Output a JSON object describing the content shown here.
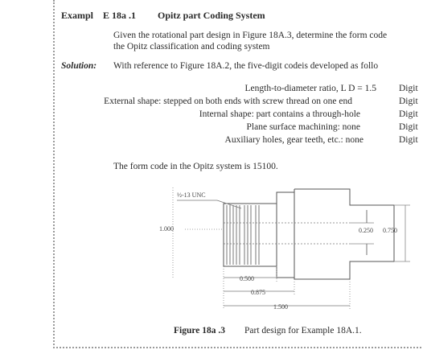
{
  "example": {
    "label": "Exampl",
    "number": "E 18a .1",
    "title": "Opitz part Coding System"
  },
  "problem": {
    "line1": "Given the rotational part design in Figure 18A.3, determine the form code",
    "line2": "the Opitz classification and coding system"
  },
  "solution": {
    "label": "Solution:",
    "text": "With reference to Figure 18A.2, the five-digit codeis developed as follo"
  },
  "digits": [
    {
      "desc": "Length-to-diameter ratio,   L   D  =  1.5",
      "digit": "Digit"
    },
    {
      "desc": "External shape: stepped on both ends with screw thread on one end",
      "digit": "Digit"
    },
    {
      "desc": "Internal shape: part contains a through-hole",
      "digit": "Digit"
    },
    {
      "desc": "Plane surface machining: none",
      "digit": "Digit"
    },
    {
      "desc": "Auxiliary holes, gear teeth, etc.: none",
      "digit": "Digit"
    }
  ],
  "form_code_sentence": "The form code in the Opitz system is 15100.",
  "figure": {
    "thread_label": "½-13 UNC",
    "dia_left": "1.000",
    "dia_bore": "0.250",
    "dia_right": "0.750",
    "len_1": "0.500",
    "len_2": "0.875",
    "len_3": "1.500",
    "caption_label": "Figure 18a .3",
    "caption_text": "Part design for Example 18A.1."
  }
}
